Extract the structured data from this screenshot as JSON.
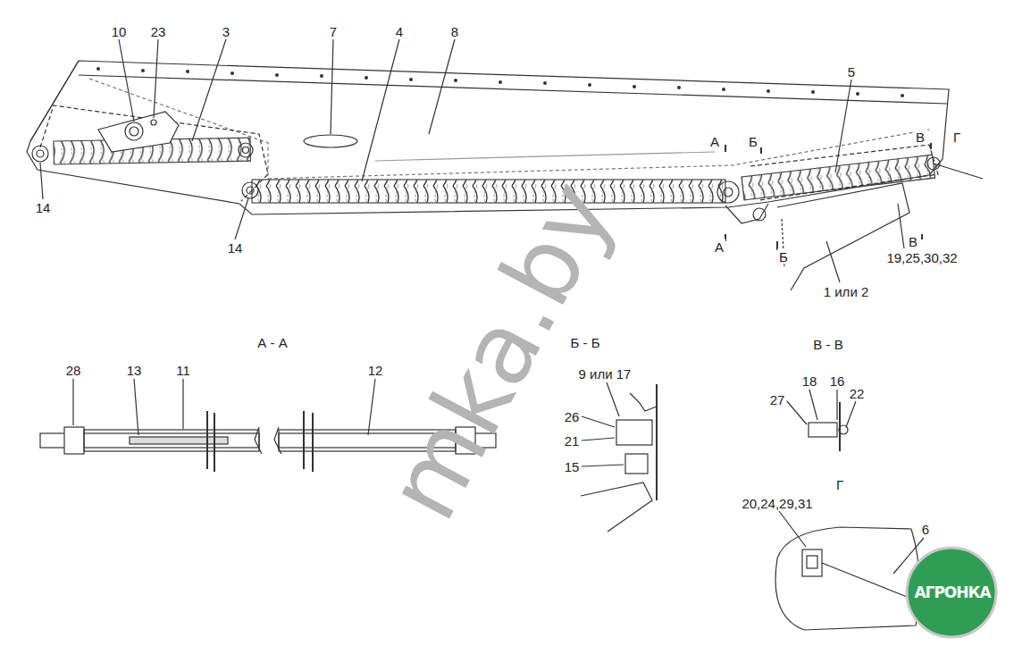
{
  "diagram": {
    "labels": [
      "10",
      "23",
      "3",
      "7",
      "4",
      "8",
      "5",
      "А",
      "Б",
      "В",
      "Г",
      "14",
      "14",
      "А",
      "Б",
      "В",
      "19,25,30,32",
      "1 или 2",
      "А - А",
      "Б - Б",
      "В - В",
      "28",
      "13",
      "11",
      "12",
      "9 или 17",
      "26",
      "21",
      "15",
      "18",
      "16",
      "27",
      "22",
      "Г",
      "20,24,29,31",
      "6",
      "mka.by",
      "АГРОНКА"
    ]
  }
}
